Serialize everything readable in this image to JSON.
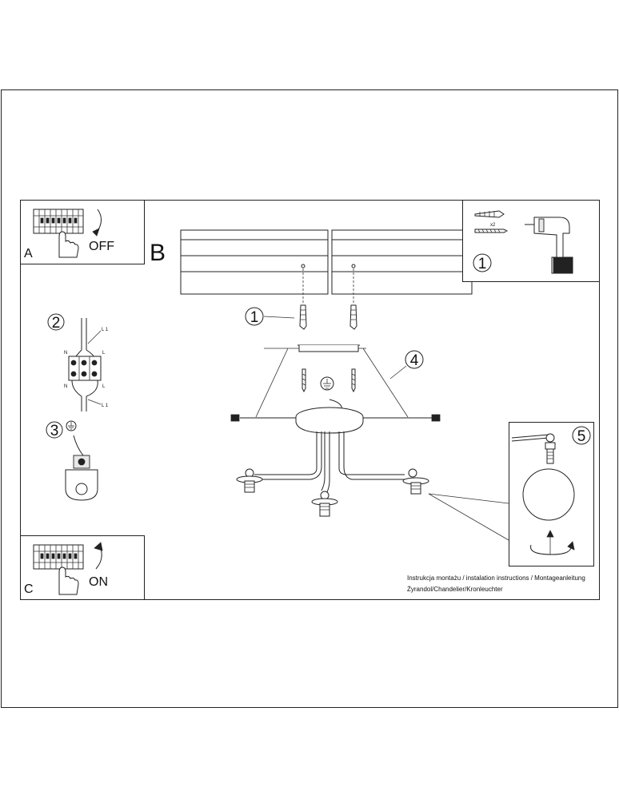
{
  "panels": {
    "a": {
      "letter": "A",
      "action": "OFF"
    },
    "b": {
      "letter": "B"
    },
    "c": {
      "letter": "C",
      "action": "ON"
    }
  },
  "steps": {
    "step1_kit": "1",
    "step1_dowel": "1",
    "step2": "2",
    "step3": "3",
    "step4": "4",
    "step5": "5"
  },
  "kit": {
    "quantity": "x2"
  },
  "wiring": {
    "live_top": "L 1",
    "neutral_top": "N",
    "live_mid": "L",
    "neutral_bottom": "N",
    "live_bottom": "L",
    "live_bottom2": "L 1"
  },
  "captions": {
    "line1": "Instrukcja montażu / instalation instructions / Montageanleitung",
    "line2": "Żyrandol/Chandelier/Kronleuchter"
  },
  "icons": [
    "breaker-panel-icon",
    "hand-icon",
    "rotate-arrow-icon",
    "wall-plug-icon",
    "screw-icon",
    "drill-icon",
    "terminal-block-icon",
    "ground-symbol-icon",
    "ground-clamp-icon",
    "bulb-icon"
  ]
}
